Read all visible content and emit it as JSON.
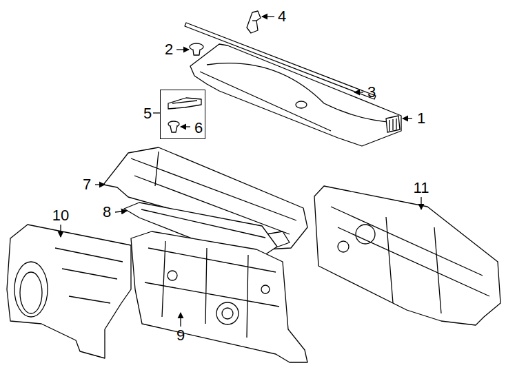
{
  "diagram": {
    "nodes": [
      {
        "text": [
          "5",
          "6"
        ]
      }
    ],
    "labels": [
      "1",
      "2",
      "3",
      "4",
      "7",
      "8",
      "9",
      "10",
      "11"
    ]
  }
}
